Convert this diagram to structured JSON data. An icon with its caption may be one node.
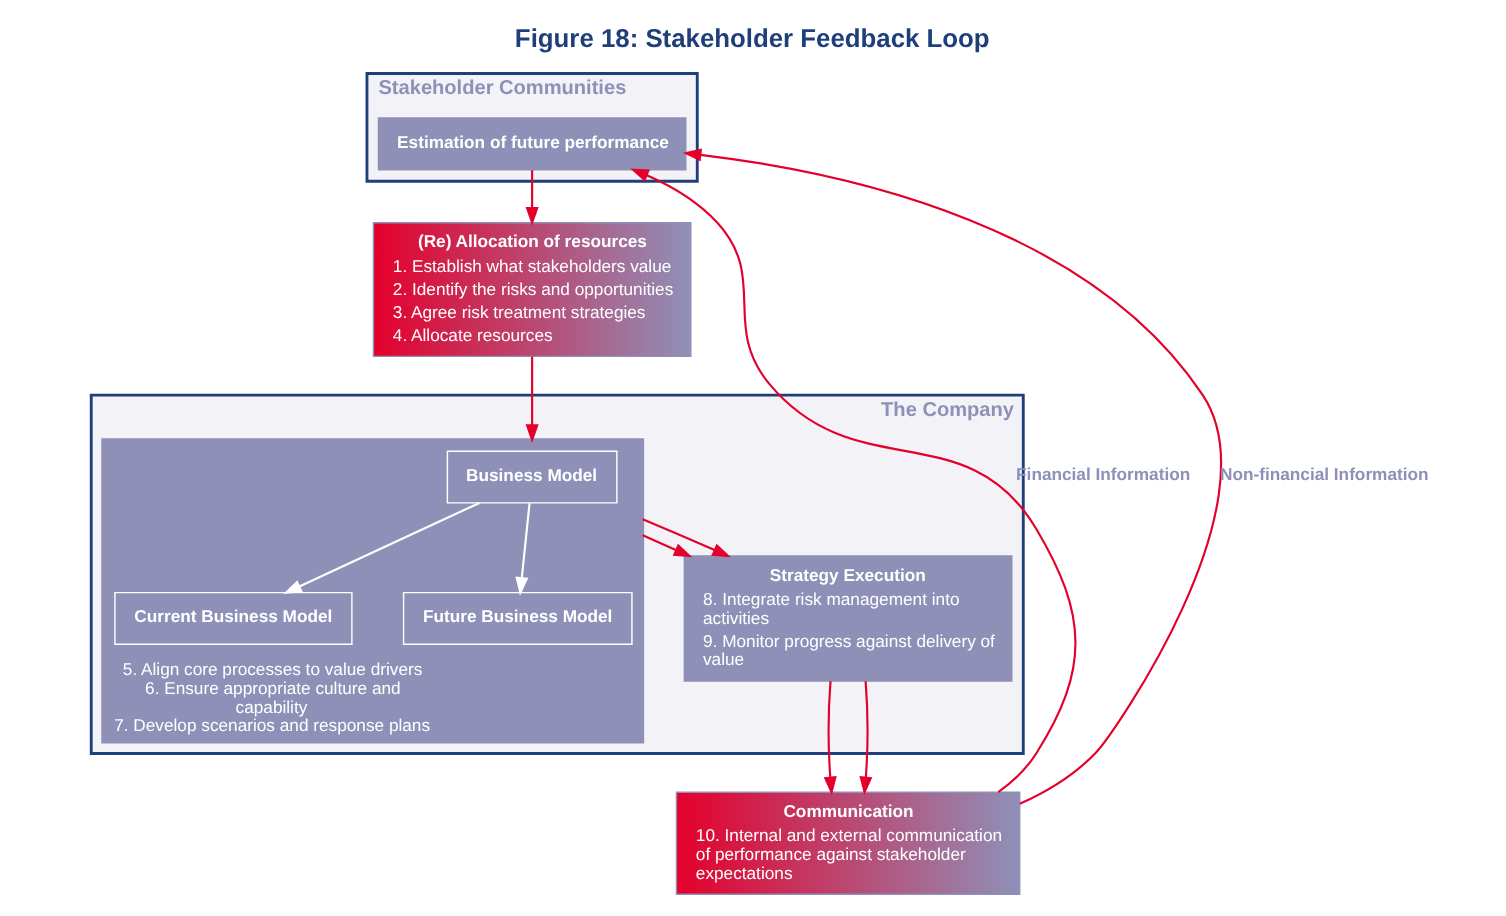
{
  "diagram": {
    "title": "Figure 18: Stakeholder Feedback Loop",
    "nodes": [
      {
        "text": [
          "Stakeholder Communities"
        ]
      },
      {
        "text": [
          "Estimation of future performance"
        ],
        "in": 0
      },
      {
        "text": [
          "The Company"
        ]
      },
      {
        "text": [
          "(Re) Allocation of resources",
          "1. Establish what stakeholders value",
          "2. Identify the risks and opportunities",
          "3. Agree risk treatment strategies",
          "4. Allocate resources"
        ]
      },
      {
        "text": [
          "5. Align core processes to value drivers",
          "6. Ensure appropriate culture and capability",
          "7. Develop scenarios and response plans"
        ],
        "in": 2
      },
      {
        "text": [
          "Business Model"
        ],
        "in": 4
      },
      {
        "text": [
          "Current Business Model"
        ],
        "in": 4
      },
      {
        "text": [
          "Future Business Model"
        ],
        "in": 4
      },
      {
        "text": [
          "Strategy Execution",
          "8. Integrate risk management into activities",
          "9. Monitor progress against delivery of value"
        ],
        "in": 2
      },
      {
        "text": [
          "Communication",
          "10. Internal and external communication of performance against stakeholder expectations"
        ]
      }
    ],
    "edges": [
      {
        "from": 1,
        "to": 3,
        "arrow": "to"
      },
      {
        "from": 3,
        "to": 4,
        "arrow": "to"
      },
      {
        "from": 5,
        "to": 6,
        "arrow": "to",
        "color": "#ffffff"
      },
      {
        "from": 5,
        "to": 7,
        "arrow": "to",
        "color": "#ffffff"
      },
      {
        "from": 4,
        "to": 8,
        "arrow": "to"
      },
      {
        "from": 4,
        "to": 8,
        "arrow": "to"
      },
      {
        "from": 8,
        "to": 9,
        "arrow": "to"
      },
      {
        "from": 8,
        "to": 9,
        "arrow": "to"
      },
      {
        "from": 9,
        "to": 1,
        "label": "Financial Information",
        "arrow": "to"
      },
      {
        "from": 9,
        "to": 1,
        "label": "Non-financial Information",
        "arrow": "to"
      }
    ]
  }
}
